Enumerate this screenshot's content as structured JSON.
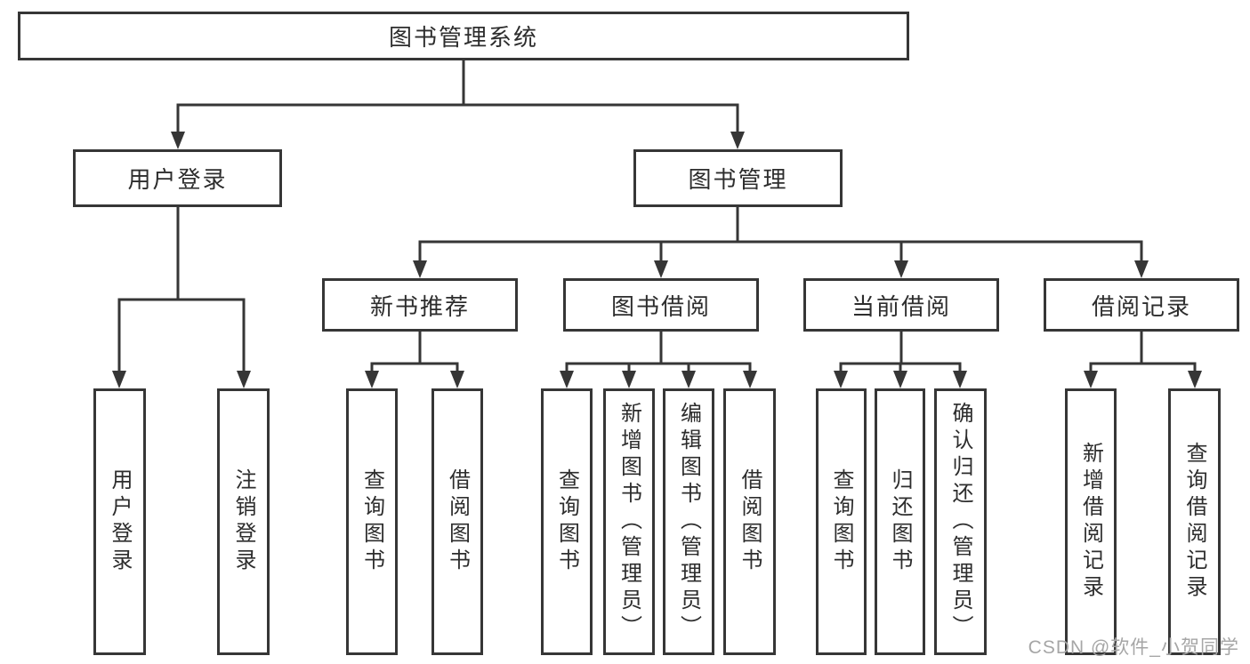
{
  "tree": {
    "label": "图书管理系统",
    "children": [
      {
        "label": "用户登录",
        "children": [
          {
            "label": "用户登录"
          },
          {
            "label": "注销登录"
          }
        ]
      },
      {
        "label": "图书管理",
        "children": [
          {
            "label": "新书推荐",
            "children": [
              {
                "label": "查询图书"
              },
              {
                "label": "借阅图书"
              }
            ]
          },
          {
            "label": "图书借阅",
            "children": [
              {
                "label": "查询图书"
              },
              {
                "label": "新增图书（管理员）"
              },
              {
                "label": "编辑图书（管理员）"
              },
              {
                "label": "借阅图书"
              }
            ]
          },
          {
            "label": "当前借阅",
            "children": [
              {
                "label": "查询图书"
              },
              {
                "label": "归还图书"
              },
              {
                "label": "确认归还（管理员）"
              }
            ]
          },
          {
            "label": "借阅记录",
            "children": [
              {
                "label": "新增借阅记录"
              },
              {
                "label": "查询借阅记录"
              }
            ]
          }
        ]
      }
    ]
  },
  "watermark": {
    "text": "CSDN @软件_小贺同学"
  },
  "colors": {
    "line": "#363636",
    "text": "#2d2d2d",
    "box_background": "#ffffff",
    "watermark": "#a6a6a6",
    "background": "#ffffff"
  }
}
